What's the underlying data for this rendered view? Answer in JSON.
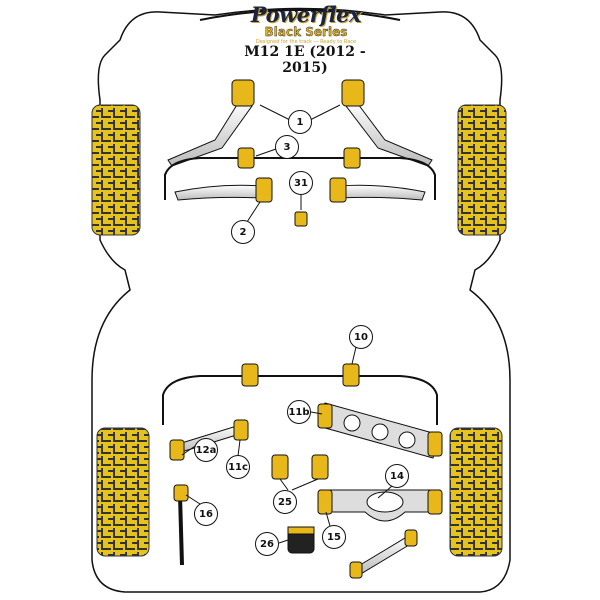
{
  "logo": {
    "brand": "Powerflex",
    "series": "Black Series",
    "tagline": "Designed for the track — Ready to Race"
  },
  "title": "M12 1E (2012 - 2015)",
  "labels": [
    "1",
    "3",
    "31",
    "2",
    "10",
    "11b",
    "12a",
    "11c",
    "14",
    "25",
    "16",
    "15",
    "26"
  ],
  "colors": {
    "tyre": "#e6c21c",
    "bush": "#e8b81a",
    "outline": "#111111"
  }
}
